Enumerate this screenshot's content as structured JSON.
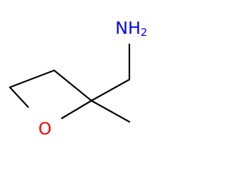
{
  "molecule": {
    "atoms": {
      "amine": {
        "symbol": "NH",
        "subscript": "2",
        "color": "#0000ff"
      },
      "oxygen": {
        "symbol": "O",
        "color": "#ff0000"
      }
    },
    "bond_color": "#000000",
    "background": "#ffffff"
  }
}
